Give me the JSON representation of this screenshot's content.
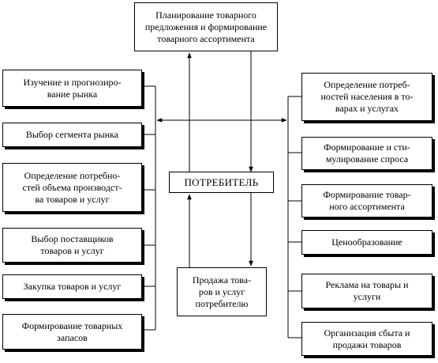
{
  "top_box": {
    "label": "Планирование товарного\nпредложения и формирование\nтоварного ассортимента"
  },
  "center_box": {
    "label": "ПОТРЕБИТЕЛЬ"
  },
  "bottom_box": {
    "label": "Продажа това-\nров и услуг\nпотребителю"
  },
  "left_boxes": [
    {
      "label": "Изучение и прогнозиро-\nвание рынка"
    },
    {
      "label": "Выбор сегмента рынка"
    },
    {
      "label": "Определение потребно-\nстей объема производст-\nва товаров и услуг"
    },
    {
      "label": "Выбор поставщиков\nтоваров и услуг"
    },
    {
      "label": "Закупка товаров и услуг"
    },
    {
      "label": "Формирование товарных\nзапасов"
    }
  ],
  "right_boxes": [
    {
      "label": "Определение потреб-\nностей населения в то-\nварах и услугах"
    },
    {
      "label": "Формирование и сти-\nмулирование спроса"
    },
    {
      "label": "Формирование товар-\nного ассортимента"
    },
    {
      "label": "Ценообразование"
    },
    {
      "label": "Реклама на товары и\nуслуги"
    },
    {
      "label": "Организация сбыта и\nпродажи товаров"
    }
  ]
}
